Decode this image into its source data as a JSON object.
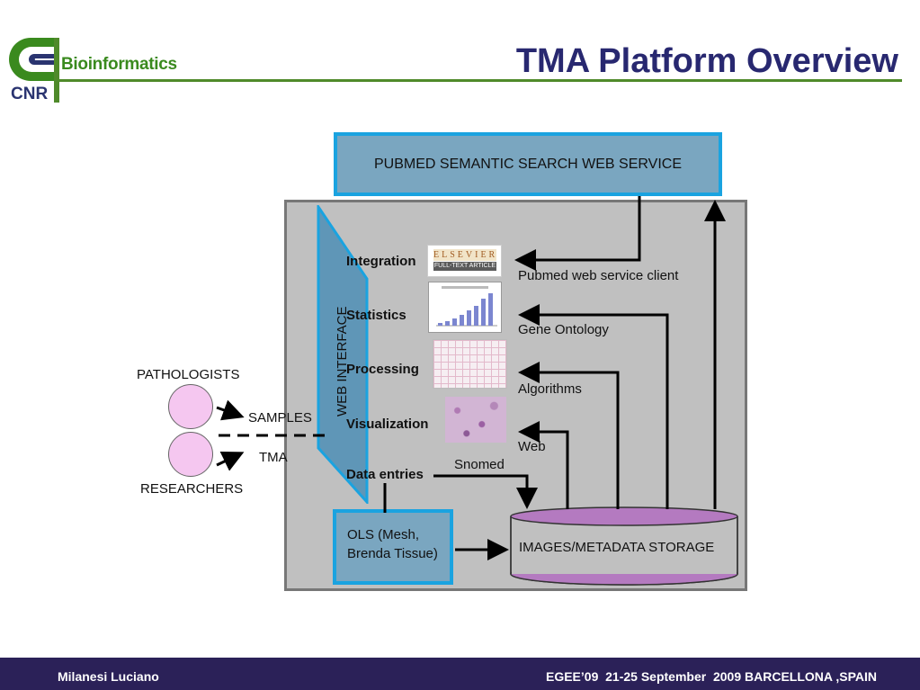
{
  "header": {
    "logo_name": "Bioinformatics",
    "logo_org": "CNR",
    "title": "TMA Platform Overview"
  },
  "diagram": {
    "pubmed_service": "PUBMED SEMANTIC SEARCH WEB SERVICE",
    "web_interface": "WEB INTERFACE",
    "modules": [
      "Integration",
      "Statistics",
      "Processing",
      "Visualization",
      "Data entries"
    ],
    "sources": {
      "pubmed_client": "Pubmed web service client",
      "gene_ontology": "Gene Ontology",
      "algorithms": "Algorithms",
      "web": "Web",
      "snomed": "Snomed"
    },
    "ols": [
      "OLS (Mesh,",
      "Brenda Tissue)"
    ],
    "storage": "IMAGES/METADATA STORAGE",
    "actors": {
      "pathologists": "PATHOLOGISTS",
      "researchers": "RESEARCHERS",
      "samples": "SAMPLES",
      "tma": "TMA"
    },
    "elsevier": {
      "top": "ELSEVIER",
      "bottom": "FULL-TEXT ARTICLE"
    },
    "colors": {
      "box_fill": "#7aa6c0",
      "box_border": "#1aa3e0",
      "storage_fill": "#b47ac0",
      "actor_fill": "#f5c7f0",
      "title": "#282870",
      "footer_bg": "#2b2158"
    }
  },
  "footer": {
    "author": "Milanesi Luciano",
    "event": "EGEE’09  21-25 September  2009 BARCELLONA ,SPAIN"
  }
}
